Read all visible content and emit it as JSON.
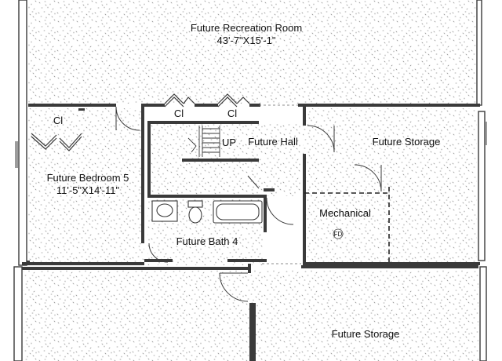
{
  "floor_plan": {
    "rooms": {
      "recreation": {
        "name": "Future Recreation Room",
        "dims": "43'-7\"X15'-1\""
      },
      "bedroom": {
        "name": "Future Bedroom 5",
        "dims": "11'-5\"X14'-11\""
      },
      "closet_left": {
        "name": "Cl"
      },
      "closet_mid1": {
        "name": "Cl"
      },
      "closet_mid2": {
        "name": "Cl"
      },
      "stair_label": {
        "name": "UP"
      },
      "hall": {
        "name": "Future Hall"
      },
      "storage_upper": {
        "name": "Future Storage"
      },
      "mechanical": {
        "name": "Mechanical"
      },
      "floor_drain": {
        "name": "FD"
      },
      "bath": {
        "name": "Future Bath 4"
      },
      "storage_lower": {
        "name": "Future Storage"
      }
    },
    "colors": {
      "wall": "#3a3a3a",
      "floor_speckle": "#8a8a8a",
      "background": "#ffffff",
      "dashed": "#222222"
    }
  }
}
